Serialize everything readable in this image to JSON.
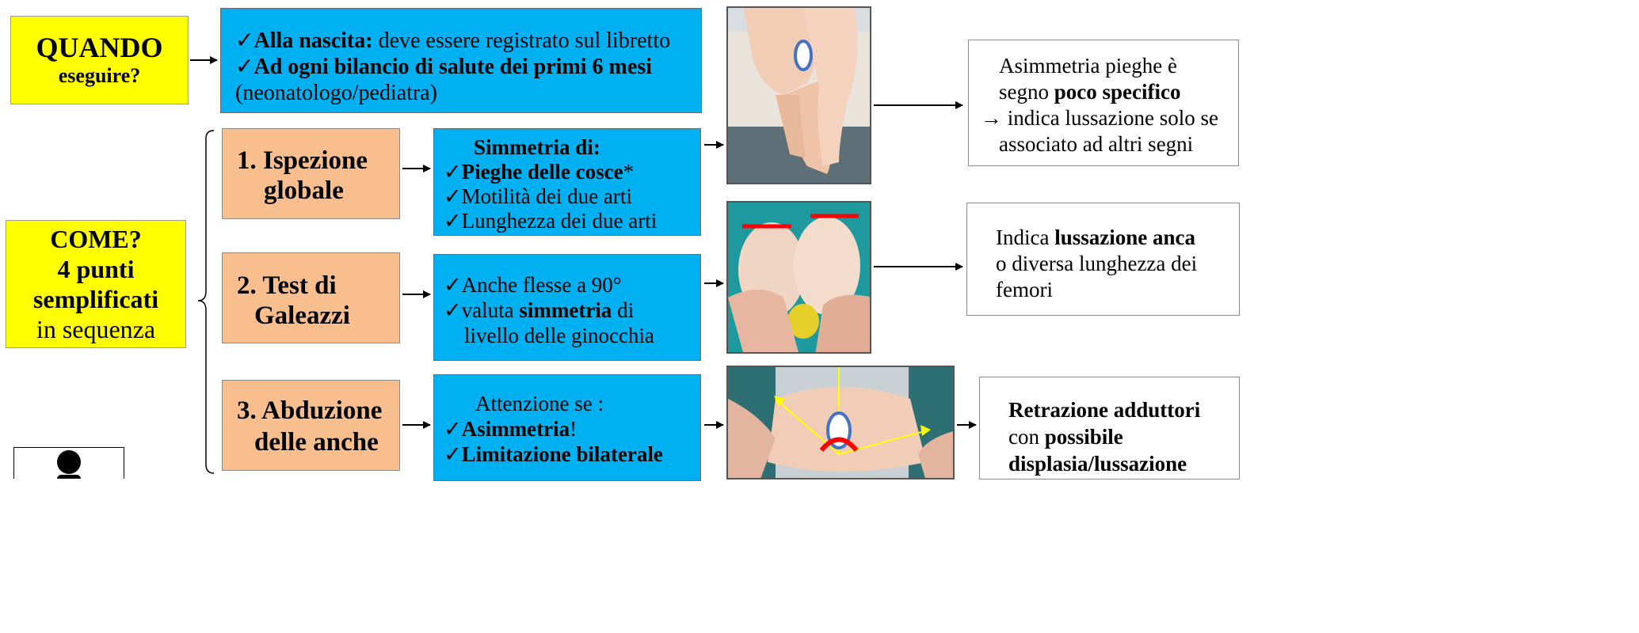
{
  "quando": {
    "title": "QUANDO",
    "sub": "eseguire?"
  },
  "come": {
    "line1": "COME?",
    "line2": "4 punti",
    "line3": "semplificati",
    "line4": "in sequenza"
  },
  "timing": {
    "check": "✓",
    "l1_bold": "Alla nascita:",
    "l1_rest": " deve essere registrato sul libretto",
    "l2_bold": "Ad ogni bilancio di salute dei primi 6 mesi",
    "l3": "(neonatologo/pediatra)"
  },
  "steps": [
    {
      "line1": "1. Ispezione",
      "line2": "globale",
      "detail": {
        "head": "Simmetria di:",
        "i1": "Pieghe delle cosce",
        "i1_mark": "*",
        "i2": "Motilità dei due arti",
        "i3": "Lunghezza dei due arti"
      },
      "result": {
        "l1": "Asimmetria pieghe è",
        "l2_pre": "segno ",
        "l2_bold": "poco specifico",
        "l3": "→ indica lussazione solo se",
        "l4": "associato ad altri segni"
      }
    },
    {
      "line1": "2. Test di",
      "line2": "Galeazzi",
      "detail": {
        "i1": "Anche flesse a 90°",
        "i2_pre": "valuta ",
        "i2_bold": "simmetria",
        "i2_post": " di",
        "i3": "livello delle ginocchia"
      },
      "result": {
        "l1_pre": "Indica ",
        "l1_bold": "lussazione anca",
        "l2": "o diversa lunghezza dei",
        "l3": "femori"
      }
    },
    {
      "line1": "3. Abduzione",
      "line2": "delle anche",
      "detail": {
        "head": "Attenzione se :",
        "i1_bold": "Asimmetria",
        "i1_post": "!",
        "i2_bold": "Limitazione bilaterale"
      },
      "result": {
        "l1_bold": "Retrazione adduttori",
        "l2_pre": "con ",
        "l2_bold": "possibile",
        "l3_bold": "displasia/lussazione"
      }
    }
  ],
  "colors": {
    "yellow": "#ffff00",
    "blue": "#00b0f0",
    "orange": "#f8be8d",
    "arrow": "#000000",
    "marker_red": "#ff0000",
    "marker_yellow": "#ffff00",
    "marker_blue_outline": "#4472c4"
  },
  "icons": [
    "person-icon"
  ]
}
